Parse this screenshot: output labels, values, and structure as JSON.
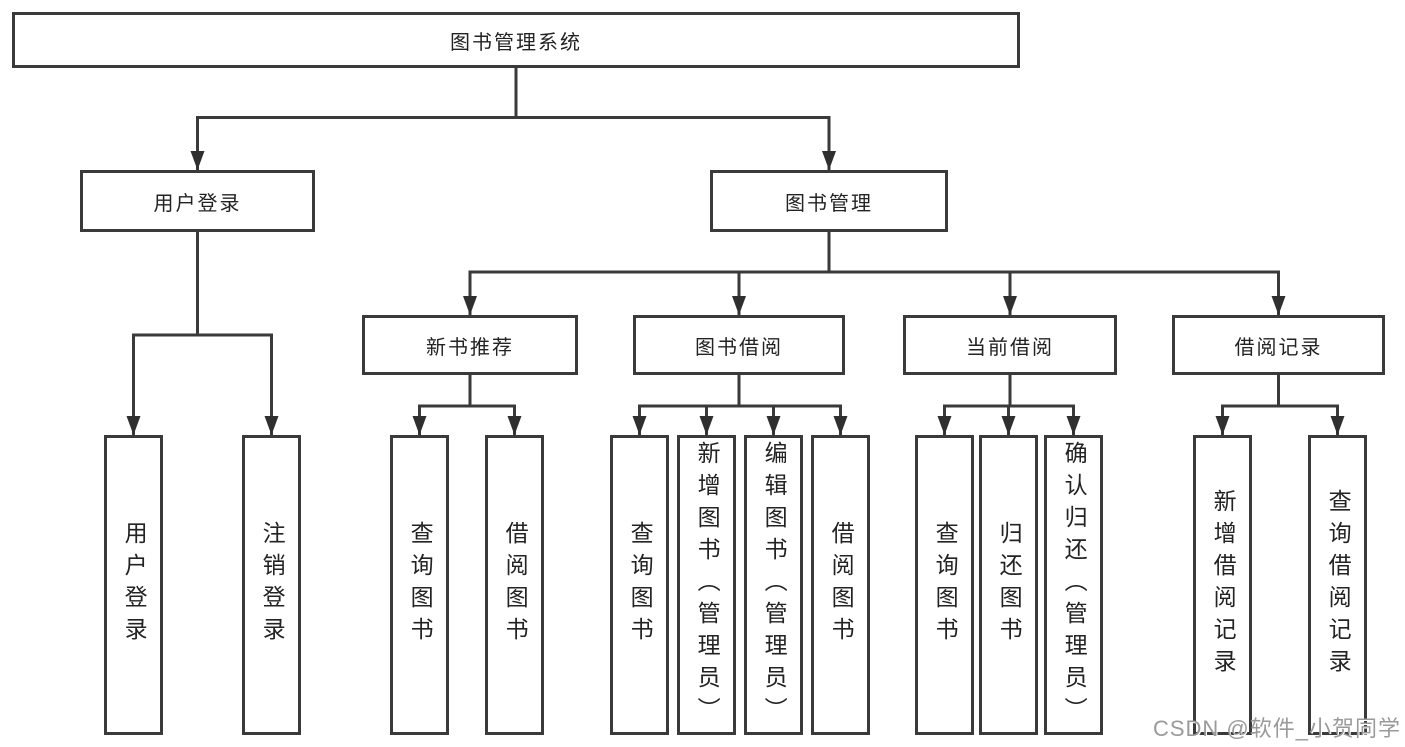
{
  "tree": {
    "root": "图书管理系统",
    "l2": [
      {
        "label": "用户登录",
        "leaves": [
          "用户登录",
          "注销登录"
        ]
      },
      {
        "label": "图书管理",
        "groups": [
          {
            "label": "新书推荐",
            "leaves": [
              "查询图书",
              "借阅图书"
            ]
          },
          {
            "label": "图书借阅",
            "leaves": [
              "查询图书",
              "新增图书（管理员）",
              "编辑图书（管理员）",
              "借阅图书"
            ]
          },
          {
            "label": "当前借阅",
            "leaves": [
              "查询图书",
              "归还图书",
              "确认归还（管理员）"
            ]
          },
          {
            "label": "借阅记录",
            "leaves": [
              "新增借阅记录",
              "查询借阅记录"
            ]
          }
        ]
      }
    ]
  },
  "watermark": "CSDN @软件_小贺同学",
  "colors": {
    "border": "#3a3a3a",
    "line": "#3a3a3a",
    "arrow": "#2f2f2f",
    "text": "#232323",
    "watermark": "#9a9a9a"
  }
}
